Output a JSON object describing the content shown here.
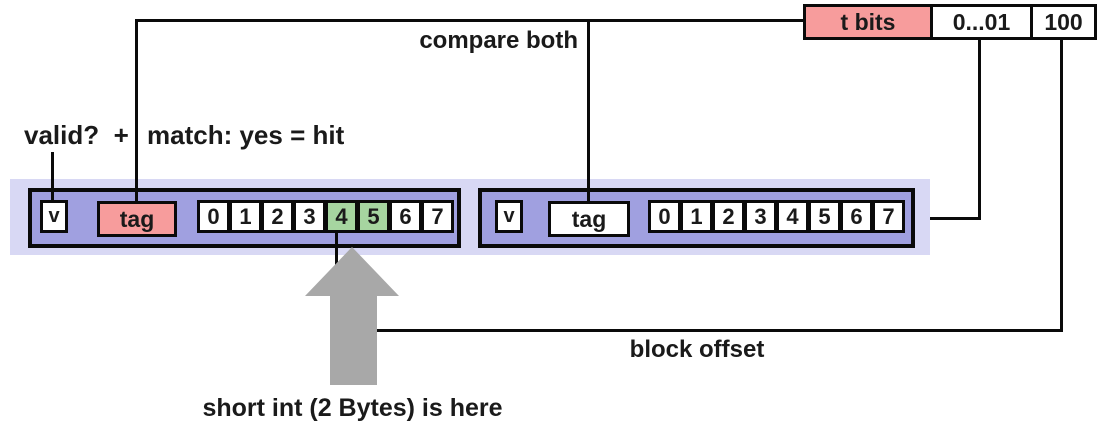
{
  "labels": {
    "compare_both": "compare both",
    "valid": "valid?  +",
    "match": "match: yes = hit",
    "block_offset": "block offset",
    "short_int": "short int (2 Bytes) is here"
  },
  "address_bits": {
    "tag": "t bits",
    "set_index": "0...01",
    "block_offset": "100"
  },
  "cache_lines": [
    {
      "valid": "v",
      "tag": "tag",
      "tag_highlighted": true,
      "bytes": [
        "0",
        "1",
        "2",
        "3",
        "4",
        "5",
        "6",
        "7"
      ],
      "highlighted_bytes": [
        4,
        5
      ]
    },
    {
      "valid": "v",
      "tag": "tag",
      "tag_highlighted": false,
      "bytes": [
        "0",
        "1",
        "2",
        "3",
        "4",
        "5",
        "6",
        "7"
      ],
      "highlighted_bytes": []
    }
  ],
  "colors": {
    "pink": "#f79c9c",
    "lavender": "#d8d8f4",
    "purple": "#a0a0e0",
    "green": "#a6d5a0",
    "arrow_gray": "#a8a8a8",
    "wire_black": "#0a0a0a"
  }
}
